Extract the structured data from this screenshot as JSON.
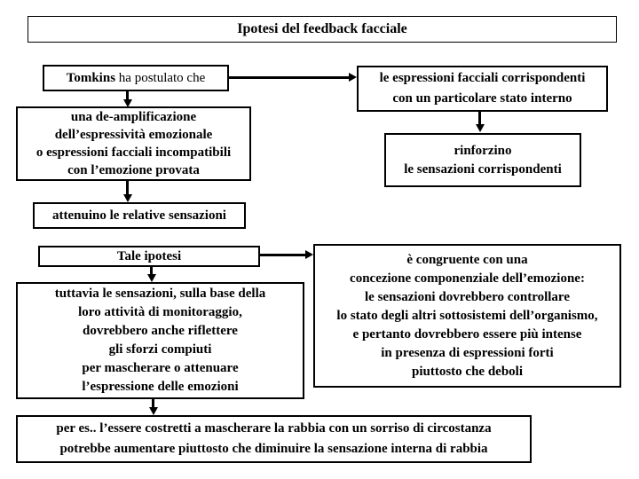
{
  "slide": {
    "title": "Ipotesi del feedback facciale"
  },
  "boxes": {
    "tomkins": {
      "bold": "Tomkins",
      "rest": " ha postulato che"
    },
    "expressions": {
      "lines": [
        "le espressioni facciali corrispondenti",
        "con un particolare stato interno"
      ]
    },
    "deamplification": {
      "lines": [
        "una de-amplificazione",
        "dell’espressività emozionale",
        "o espressioni facciali incompatibili",
        "con l’emozione provata"
      ]
    },
    "reinforce": {
      "lines": [
        "rinforzino",
        "le sensazioni corrispondenti"
      ]
    },
    "attenuate": {
      "lines": [
        "attenuino le relative sensazioni"
      ]
    },
    "hypothesis": {
      "label": "Tale ipotesi"
    },
    "however": {
      "lines": [
        "tuttavia le sensazioni, sulla base della",
        "loro attività di monitoraggio,",
        "dovrebbero anche riflettere",
        "gli sforzi compiuti",
        "per mascherare o attenuare",
        "l’espressione delle emozioni"
      ]
    },
    "congruent": {
      "lines": [
        "è congruente con una",
        "concezione componenziale dell’emozione:",
        "le sensazioni dovrebbero controllare",
        "lo stato degli altri sottosistemi dell’organismo,",
        "e pertanto dovrebbero essere più intense",
        "in presenza di espressioni forti",
        "piuttosto che deboli"
      ]
    },
    "example": {
      "lines": [
        "per es.. l’essere costretti a mascherare la rabbia con un sorriso di circostanza",
        "potrebbe aumentare piuttosto che diminuire la sensazione interna di rabbia"
      ]
    }
  },
  "colors": {
    "ink": "#000000",
    "paper": "#ffffff"
  }
}
